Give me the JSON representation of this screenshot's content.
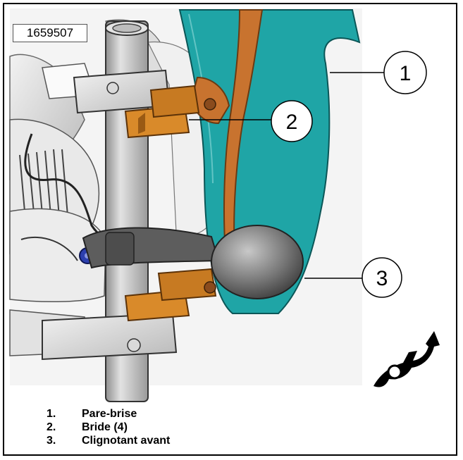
{
  "figure_id": "1659507",
  "callouts": [
    {
      "number": "1"
    },
    {
      "number": "2"
    },
    {
      "number": "3"
    }
  ],
  "legend": [
    {
      "number": "1.",
      "label": "Pare-brise"
    },
    {
      "number": "2.",
      "label": "Bride (4)"
    },
    {
      "number": "3.",
      "label": "Clignotant avant"
    }
  ],
  "icons": [
    "motorcycle-direction-icon"
  ],
  "colors": {
    "windshield": "#1fa5a6",
    "bracket": "#c8732f",
    "clamp": "#d98a2a",
    "fork_tube": "#b4b4b4",
    "turn_signal": "#6f6f6f",
    "frame_border": "#000000"
  }
}
